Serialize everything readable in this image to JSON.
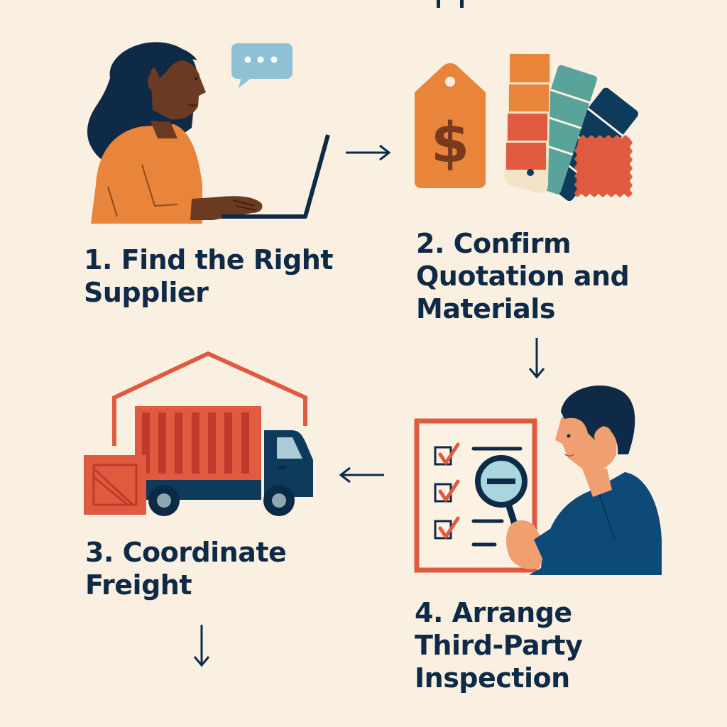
{
  "colors": {
    "background": "#faf0e2",
    "navy": "#0e2a47",
    "orange": "#e8853a",
    "red": "#e05a40",
    "teal": "#5aa39a",
    "light_blue": "#8fc1d4",
    "skin_dark": "#6b3a22",
    "skin_light": "#f0a070"
  },
  "steps": [
    {
      "number": "1.",
      "lines": [
        "1. Find the Right",
        "Supplier"
      ],
      "illustration": "woman-at-laptop-with-chat-bubble"
    },
    {
      "number": "2.",
      "lines": [
        "2. Confirm",
        "Quotation and",
        "Materials"
      ],
      "illustration": "price-tag-and-color-swatches"
    },
    {
      "number": "3.",
      "lines": [
        "3. Coordinate",
        "Freight"
      ],
      "illustration": "truck-in-warehouse-with-crate"
    },
    {
      "number": "4.",
      "lines": [
        "4. Arrange",
        "Third-Party",
        "Inspection"
      ],
      "illustration": "man-inspecting-checklist-with-magnifier"
    }
  ],
  "arrows": [
    {
      "from": 1,
      "to": 2,
      "direction": "right"
    },
    {
      "from": 2,
      "to": 4,
      "direction": "down"
    },
    {
      "from": 4,
      "to": 3,
      "direction": "left"
    },
    {
      "from": 3,
      "to": "next",
      "direction": "down"
    }
  ]
}
